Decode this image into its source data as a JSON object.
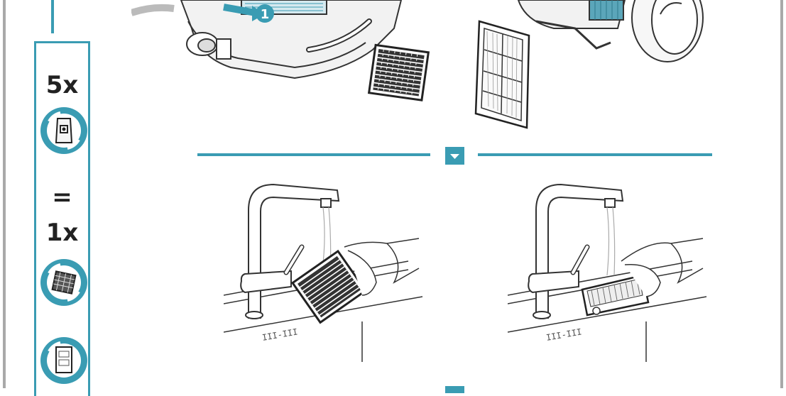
{
  "side_panel": {
    "bag_count": "5x",
    "equals": "=",
    "filter_count": "1x"
  },
  "step_marker": "1",
  "colors": {
    "accent": "#3a9cb3",
    "frame": "#a9a9a9",
    "ink": "#222222"
  },
  "icons": [
    "dust-bag-icon",
    "cycle-arrows-icon",
    "motor-filter-icon",
    "exhaust-filter-icon",
    "down-arrow-icon"
  ]
}
